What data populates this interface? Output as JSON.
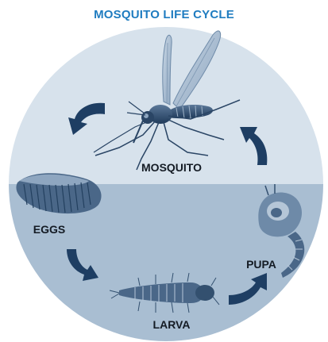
{
  "title": "MOSQUITO LIFE CYCLE",
  "stages": {
    "mosquito": "MOSQUITO",
    "eggs": "EGGS",
    "larva": "LARVA",
    "pupa": "PUPA"
  },
  "colors": {
    "title": "#1f7cc0",
    "upper_fill": "#d7e2ec",
    "lower_fill": "#a9bed2",
    "arrow": "#1e3e63",
    "label": "#141b24",
    "creature_dark": "#33506f",
    "creature_mid": "#6e8aa8",
    "creature_light": "#b5c6d7"
  },
  "icons": {
    "mosquito": "mosquito-icon",
    "eggs": "eggs-icon",
    "larva": "larva-icon",
    "pupa": "pupa-icon",
    "arrow": "cycle-arrow"
  }
}
